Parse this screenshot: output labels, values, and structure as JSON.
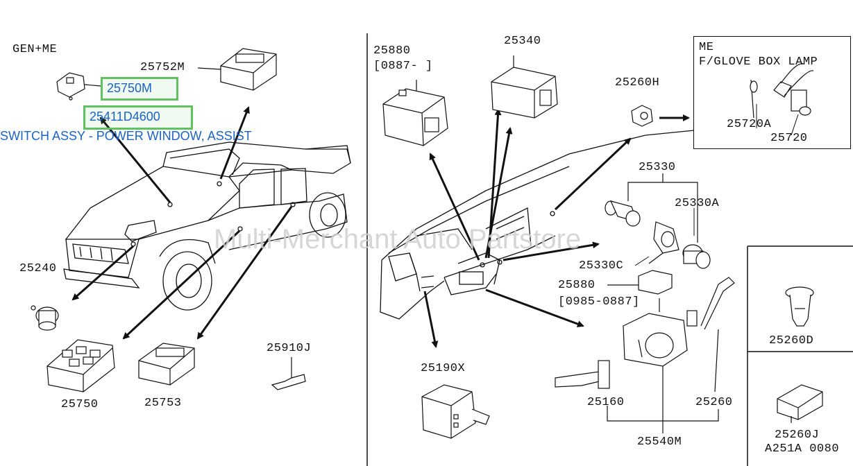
{
  "variant_label": "GEN+ME",
  "highlight": {
    "part_number": "25750M",
    "oem_number": "25411D4600",
    "description": "SWITCH ASSY - POWER WINDOW, ASSIST",
    "accent_color": "#5ec25e",
    "text_color": "#1a63c9"
  },
  "watermark": "Multi-Merchant Auto Partstore",
  "inset_glovebox": {
    "line1": "ME",
    "line2": "F/GLOVE BOX LAMP",
    "parts": [
      "25720A",
      "25720"
    ]
  },
  "parts": {
    "p25752M": "25752M",
    "p25240": "25240",
    "p25750": "25750",
    "p25753": "25753",
    "p25910J": "25910J",
    "p25880a": "25880",
    "p25880a_range": "[0887-        ]",
    "p25340": "25340",
    "p25260H": "25260H",
    "p25330": "25330",
    "p25330A": "25330A",
    "p25330C": "25330C",
    "p25880b": "25880",
    "p25880b_range": "[0985-0887]",
    "p25190X": "25190X",
    "p25160": "25160",
    "p25260": "25260",
    "p25540M": "25540M",
    "p25260D": "25260D",
    "p25260J": "25260J",
    "drawing_code": "A251A 0080"
  }
}
